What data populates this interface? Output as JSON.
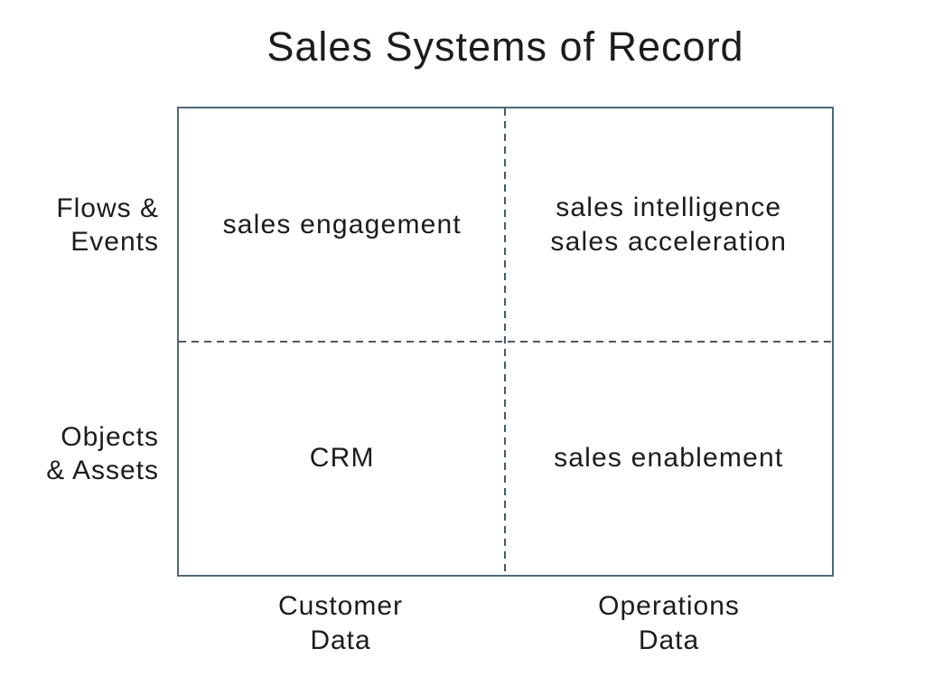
{
  "title": "Sales Systems of Record",
  "colors": {
    "border": "#4e6977",
    "dash_vertical": "#3d5f6e",
    "dash_horizontal": "#4d5963",
    "text": "#1c1c1e"
  },
  "matrix": {
    "row_labels": {
      "top": {
        "lines": [
          "Flows &",
          "Events"
        ]
      },
      "bottom": {
        "lines": [
          "Objects",
          "& Assets"
        ]
      }
    },
    "col_labels": {
      "left": {
        "lines": [
          "Customer",
          "Data"
        ]
      },
      "right": {
        "lines": [
          "Operations",
          "Data"
        ]
      }
    },
    "quadrants": {
      "top_left": {
        "lines": [
          "sales engagement"
        ]
      },
      "top_right": {
        "lines": [
          "sales intelligence",
          "sales acceleration"
        ]
      },
      "bottom_left": {
        "lines": [
          "CRM"
        ]
      },
      "bottom_right": {
        "lines": [
          "sales enablement"
        ]
      }
    }
  }
}
